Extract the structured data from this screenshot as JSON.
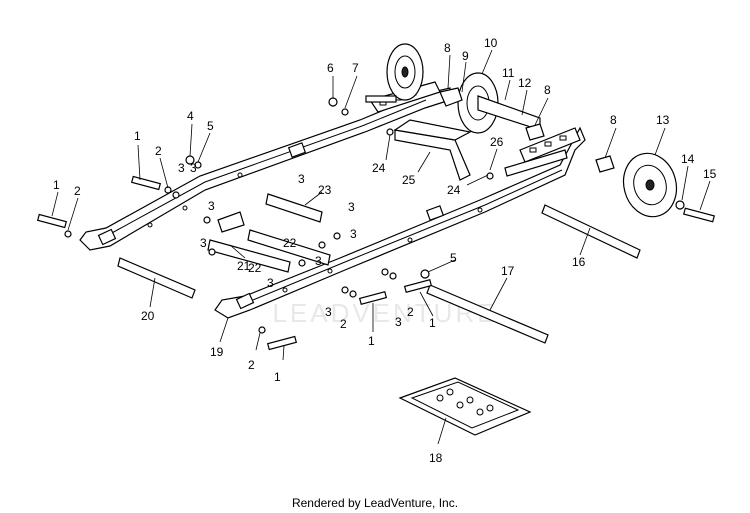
{
  "diagram": {
    "caption": "Rendered by LeadVenture, Inc.",
    "watermark": "LEADVENTURE",
    "callouts": [
      {
        "id": "c1a",
        "label": "1"
      },
      {
        "id": "c1b",
        "label": "1"
      },
      {
        "id": "c1c",
        "label": "1"
      },
      {
        "id": "c1d",
        "label": "1"
      },
      {
        "id": "c1e",
        "label": "1"
      },
      {
        "id": "c2a",
        "label": "2"
      },
      {
        "id": "c2b",
        "label": "2"
      },
      {
        "id": "c2c",
        "label": "2"
      },
      {
        "id": "c2d",
        "label": "2"
      },
      {
        "id": "c2e",
        "label": "2"
      },
      {
        "id": "c3a",
        "label": "3"
      },
      {
        "id": "c3b",
        "label": "3"
      },
      {
        "id": "c3c",
        "label": "3"
      },
      {
        "id": "c3d",
        "label": "3"
      },
      {
        "id": "c3e",
        "label": "3"
      },
      {
        "id": "c3f",
        "label": "3"
      },
      {
        "id": "c3g",
        "label": "3"
      },
      {
        "id": "c3h",
        "label": "3"
      },
      {
        "id": "c3i",
        "label": "3"
      },
      {
        "id": "c3j",
        "label": "3"
      },
      {
        "id": "c3k",
        "label": "3"
      },
      {
        "id": "c4",
        "label": "4"
      },
      {
        "id": "c5a",
        "label": "5"
      },
      {
        "id": "c5b",
        "label": "5"
      },
      {
        "id": "c6",
        "label": "6"
      },
      {
        "id": "c7",
        "label": "7"
      },
      {
        "id": "c8a",
        "label": "8"
      },
      {
        "id": "c8b",
        "label": "8"
      },
      {
        "id": "c8c",
        "label": "8"
      },
      {
        "id": "c9",
        "label": "9"
      },
      {
        "id": "c10",
        "label": "10"
      },
      {
        "id": "c11",
        "label": "11"
      },
      {
        "id": "c12",
        "label": "12"
      },
      {
        "id": "c13",
        "label": "13"
      },
      {
        "id": "c14",
        "label": "14"
      },
      {
        "id": "c15",
        "label": "15"
      },
      {
        "id": "c16",
        "label": "16"
      },
      {
        "id": "c17",
        "label": "17"
      },
      {
        "id": "c18",
        "label": "18"
      },
      {
        "id": "c19",
        "label": "19"
      },
      {
        "id": "c20",
        "label": "20"
      },
      {
        "id": "c21",
        "label": "21"
      },
      {
        "id": "c22a",
        "label": "22"
      },
      {
        "id": "c22b",
        "label": "22"
      },
      {
        "id": "c23",
        "label": "23"
      },
      {
        "id": "c24a",
        "label": "24"
      },
      {
        "id": "c24b",
        "label": "24"
      },
      {
        "id": "c25",
        "label": "25"
      },
      {
        "id": "c26",
        "label": "26"
      }
    ]
  }
}
